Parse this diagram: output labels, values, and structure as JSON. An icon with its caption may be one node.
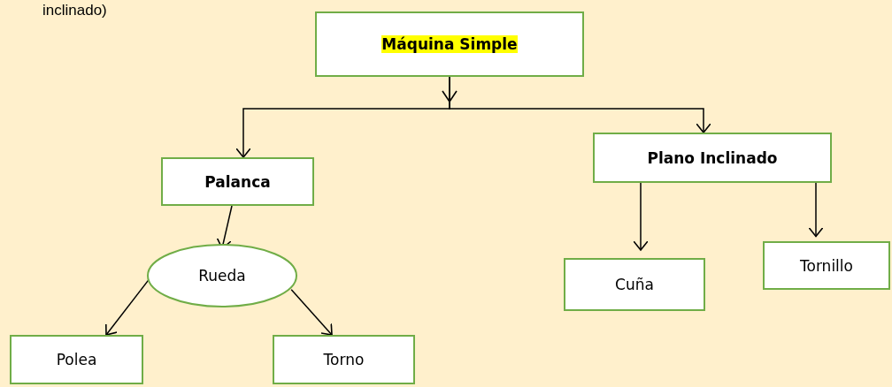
{
  "diagram": {
    "nodes": [
      {
        "text": [
          "Máquina Simple"
        ]
      },
      {
        "text": [
          "Palanca"
        ]
      },
      {
        "text": [
          "Plano Inclinado"
        ]
      },
      {
        "text": [
          "Rueda"
        ]
      },
      {
        "text": [
          "Cuña"
        ]
      },
      {
        "text": [
          "Tornillo"
        ]
      },
      {
        "text": [
          "Polea"
        ]
      },
      {
        "text": [
          "Torno"
        ]
      }
    ],
    "edges": [
      {
        "from": 0,
        "to": 1,
        "arrow": "to"
      },
      {
        "from": 0,
        "to": 2,
        "arrow": "to"
      },
      {
        "from": 1,
        "to": 3,
        "arrow": "to"
      },
      {
        "from": 2,
        "to": 4,
        "arrow": "to"
      },
      {
        "from": 2,
        "to": 5,
        "arrow": "to"
      },
      {
        "from": 3,
        "to": 6,
        "arrow": "to"
      },
      {
        "from": 3,
        "to": 7,
        "arrow": "to"
      }
    ],
    "labels": [
      "inclinado)"
    ]
  }
}
